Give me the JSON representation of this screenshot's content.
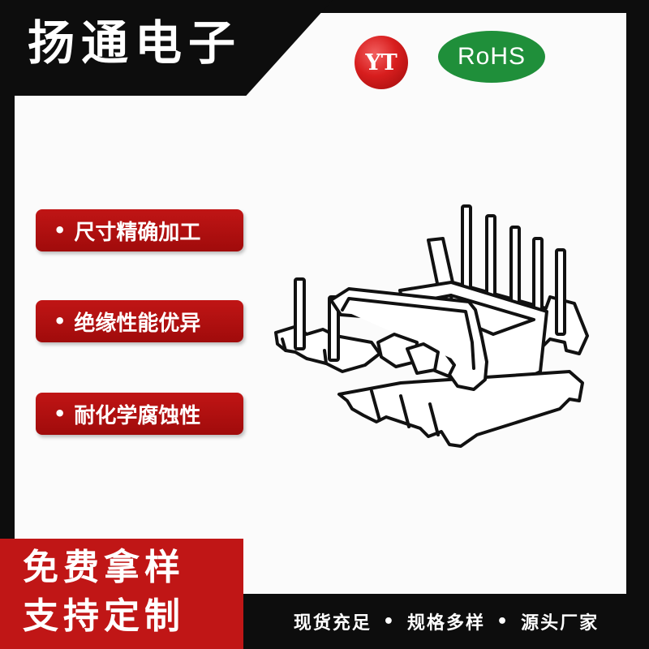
{
  "brand": {
    "title": "扬通电子"
  },
  "badges": {
    "yt_logo": "YT",
    "rohs": "RoHS"
  },
  "features": [
    {
      "bullet": "•",
      "label": "尺寸精确加工"
    },
    {
      "bullet": "•",
      "label": "绝缘性能优异"
    },
    {
      "bullet": "•",
      "label": "耐化学腐蚀性"
    }
  ],
  "promo": {
    "line1": "免费拿样",
    "line2": "支持定制"
  },
  "footer": {
    "items": [
      "现货充足",
      "规格多样",
      "源头厂家"
    ],
    "separator": "•"
  },
  "colors": {
    "brand_red": "#c01616",
    "frame_black": "#0d0d0d",
    "rohs_green": "#1f8f3a"
  },
  "icons": {
    "product": "transformer-bobbin-icon",
    "yt": "yt-logo-icon"
  }
}
